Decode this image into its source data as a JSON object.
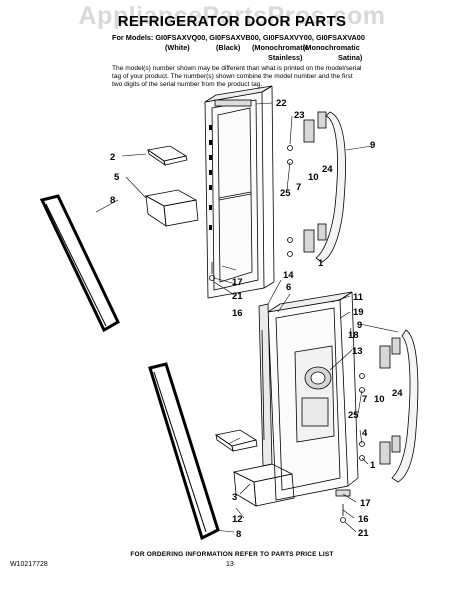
{
  "watermark": "AppliancePartsPros.com",
  "title": "REFRIGERATOR DOOR PARTS",
  "models_line": "For Models: GI0FSAXVQ00, GI0FSAXVB00, GI0FSAXVY00, GI0FSAXVA00",
  "variants": {
    "white": "(White)",
    "black": "(Black)",
    "mono1_line1": "(Monochromatic",
    "mono1_line2": "Stainless)",
    "mono2_line1": "(Monochromatic",
    "mono2_line2": "Satina)"
  },
  "note": "The model(s) number shown may be different than what is printed on the model/serial tag of your product. The number(s) shown combine the model number and the first two digits of the serial number from the product tag.",
  "callouts": {
    "c22": "22",
    "c23": "23",
    "c9a": "9",
    "c2a": "2",
    "c7a": "7",
    "c10a": "10",
    "c24a": "24",
    "c5": "5",
    "c25a": "25",
    "c8a": "8",
    "c1a": "1",
    "c14": "14",
    "c6": "6",
    "c17a": "17",
    "c21a": "21",
    "c16a": "16",
    "c11": "11",
    "c19": "19",
    "c9b": "9",
    "c18": "18",
    "c13": "13",
    "c7b": "7",
    "c25b": "25",
    "c10b": "10",
    "c24b": "24",
    "c4": "4",
    "c1b": "1",
    "c3": "3",
    "c17b": "17",
    "c12": "12",
    "c16b": "16",
    "c8b": "8",
    "c21b": "21"
  },
  "footer": {
    "ordering_info": "FOR ORDERING INFORMATION REFER TO PARTS PRICE LIST",
    "doc_id": "W10217728",
    "page": "13"
  }
}
